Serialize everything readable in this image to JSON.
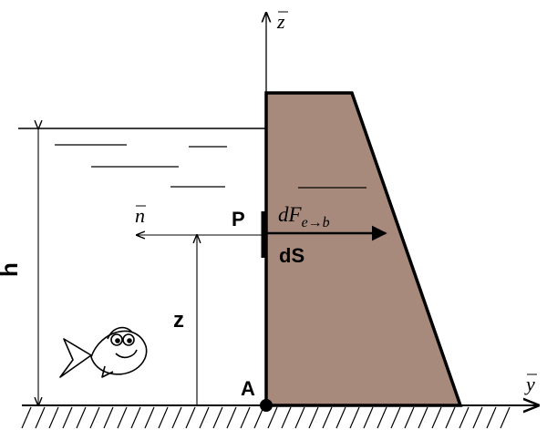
{
  "labels": {
    "z_axis": "z",
    "y_axis": "y",
    "normal": "n",
    "force": "dF",
    "force_subscript": "e→b",
    "point_p": "P",
    "surface": "dS",
    "height": "h",
    "depth": "z",
    "point_a": "A"
  },
  "colors": {
    "dam": "#a88a7d",
    "stroke": "#000000",
    "background": "#ffffff"
  },
  "icons": {
    "fish": "fish-icon"
  }
}
